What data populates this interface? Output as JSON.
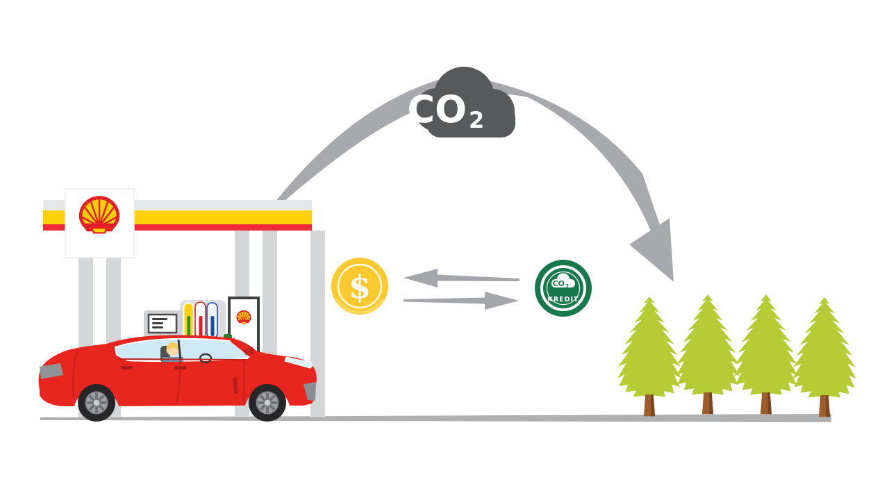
{
  "illustration": {
    "description": "Shell fuel station CO2 offset diagram",
    "emission_cloud": {
      "text": "CO",
      "subscript": "2"
    },
    "exchange": {
      "coin_symbol": "$",
      "credit_badge": {
        "cloud_text": "CO",
        "cloud_subscript": "2",
        "label": "KREDIT"
      }
    },
    "trees_count": 4
  },
  "colors": {
    "background": "#ffffff",
    "cloud_gray": "#58595b",
    "arc_gray": "#a7a9ac",
    "arrow_gray": "#a4a6a9",
    "coin_yellow": "#fcc92f",
    "coin_rim_light": "#fdda5e",
    "badge_green": "#17794b",
    "canopy_top_gray": "#e7e8e9",
    "shell_yellow": "#ffd10a",
    "shell_red": "#ee2a36",
    "shell_logo_red": "#e21f26",
    "shell_logo_yellow": "#fbce07",
    "pillar_gray": "#d3d5d6",
    "pump_body_gray": "#dcdddf",
    "car_red": "#e8251f",
    "window_blue": "#cfe9f6",
    "tree_green": "#b5cc34",
    "trunk_brown": "#9c5c2b",
    "ground_gray": "#aeb0b2"
  },
  "icons": {
    "co2-cloud-icon": "dark cloud with CO2 text",
    "emission-arc-arrow-icon": "gray arc arrow from station to trees",
    "dollar-coin-icon": "yellow coin with dollar sign",
    "co2-credit-badge-icon": "green circular badge with white cloud and KREDIT",
    "exchange-arrow-left-icon": "gray arrow pointing left",
    "exchange-arrow-right-icon": "gray arrow pointing right",
    "shell-pecten-icon": "red and yellow scallop shell logo",
    "fuel-pump-icon": "gray dispenser with colored nozzle holders",
    "car-icon": "red sedan with driver",
    "tree-icon": "jagged conifer tree"
  }
}
